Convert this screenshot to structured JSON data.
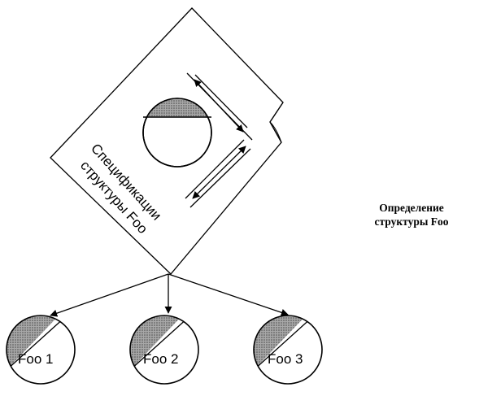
{
  "specification": {
    "label_line1": "Спецификации",
    "label_line2": "структуры Foo"
  },
  "instances": [
    {
      "label": "Foo 1"
    },
    {
      "label": "Foo 2"
    },
    {
      "label": "Foo 3"
    }
  ],
  "caption": {
    "line1": "Определение",
    "line2": "структуры Foo"
  },
  "colors": {
    "line": "#000000",
    "paper": "#ffffff",
    "hatch": "#8a8a8a"
  }
}
